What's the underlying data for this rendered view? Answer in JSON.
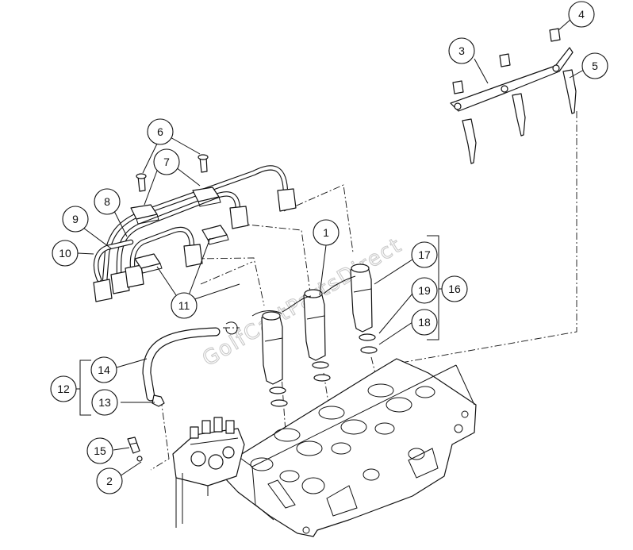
{
  "watermark": "GolfCartPartsDirect",
  "callouts": [
    "1",
    "2",
    "3",
    "4",
    "5",
    "6",
    "7",
    "8",
    "9",
    "10",
    "11",
    "12",
    "13",
    "14",
    "15",
    "16",
    "17",
    "18",
    "19"
  ]
}
